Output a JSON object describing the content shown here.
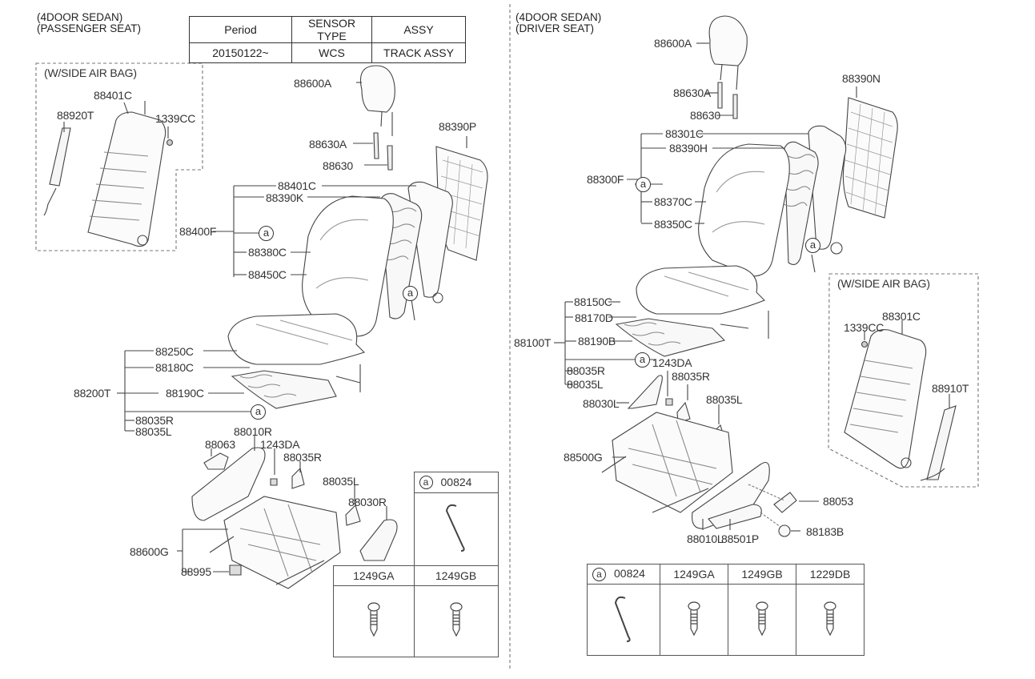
{
  "left": {
    "title_lines": [
      "(4DOOR SEDAN)",
      "(PASSENGER SEAT)"
    ],
    "config_table": {
      "headers": [
        "Period",
        "SENSOR TYPE",
        "ASSY"
      ],
      "row": [
        "20150122~",
        "WCS",
        "TRACK ASSY"
      ]
    },
    "airbag_box_title": "(W/SIDE AIR BAG)",
    "airbag_labels": [
      "88401C",
      "88920T",
      "1339CC"
    ],
    "headrest": [
      "88600A",
      "88630A",
      "88630"
    ],
    "back_cover": "88390P",
    "back_group": {
      "parent": "88400F",
      "children": [
        "88401C",
        "88390K",
        "a",
        "88380C",
        "88450C"
      ]
    },
    "cushion_group": {
      "parent": "88200T",
      "children": [
        "88250C",
        "88180C",
        "88190C",
        "a",
        "88035R",
        "88035L"
      ]
    },
    "lower": [
      "88063",
      "88010R",
      "1243DA",
      "88035R",
      "88035L",
      "88030R"
    ],
    "track_group": {
      "parent": "88600G",
      "children": [
        "88995"
      ]
    },
    "parts_table": {
      "cells": [
        {
          "circle": "a",
          "code": "00824",
          "icon": "hog-ring-clip-icon"
        },
        {
          "code": "1249GA",
          "icon": "screw-icon"
        },
        {
          "code": "1249GB",
          "icon": "screw-icon"
        }
      ]
    }
  },
  "right": {
    "title_lines": [
      "(4DOOR SEDAN)",
      "(DRIVER SEAT)"
    ],
    "headrest": [
      "88600A",
      "88630A",
      "88630"
    ],
    "back_cover": "88390N",
    "back_group": {
      "parent": "88300F",
      "children": [
        "88301C",
        "88390H",
        "a",
        "88370C",
        "88350C"
      ]
    },
    "cushion_group": {
      "parent": "88100T",
      "children": [
        "88150C",
        "88170D",
        "88190B",
        "a",
        "88035R",
        "88035L"
      ]
    },
    "lower": [
      "1243DA",
      "88035R",
      "88030L",
      "88035L",
      "88500G",
      "88053",
      "88010L",
      "88501P",
      "88183B"
    ],
    "airbag_box_title": "(W/SIDE AIR BAG)",
    "airbag_labels": [
      "88301C",
      "1339CC",
      "88910T"
    ],
    "parts_table": {
      "cells": [
        {
          "circle": "a",
          "code": "00824",
          "icon": "hog-ring-clip-icon"
        },
        {
          "code": "1249GA",
          "icon": "screw-icon"
        },
        {
          "code": "1249GB",
          "icon": "screw-icon"
        },
        {
          "code": "1229DB",
          "icon": "screw-icon"
        }
      ]
    }
  }
}
